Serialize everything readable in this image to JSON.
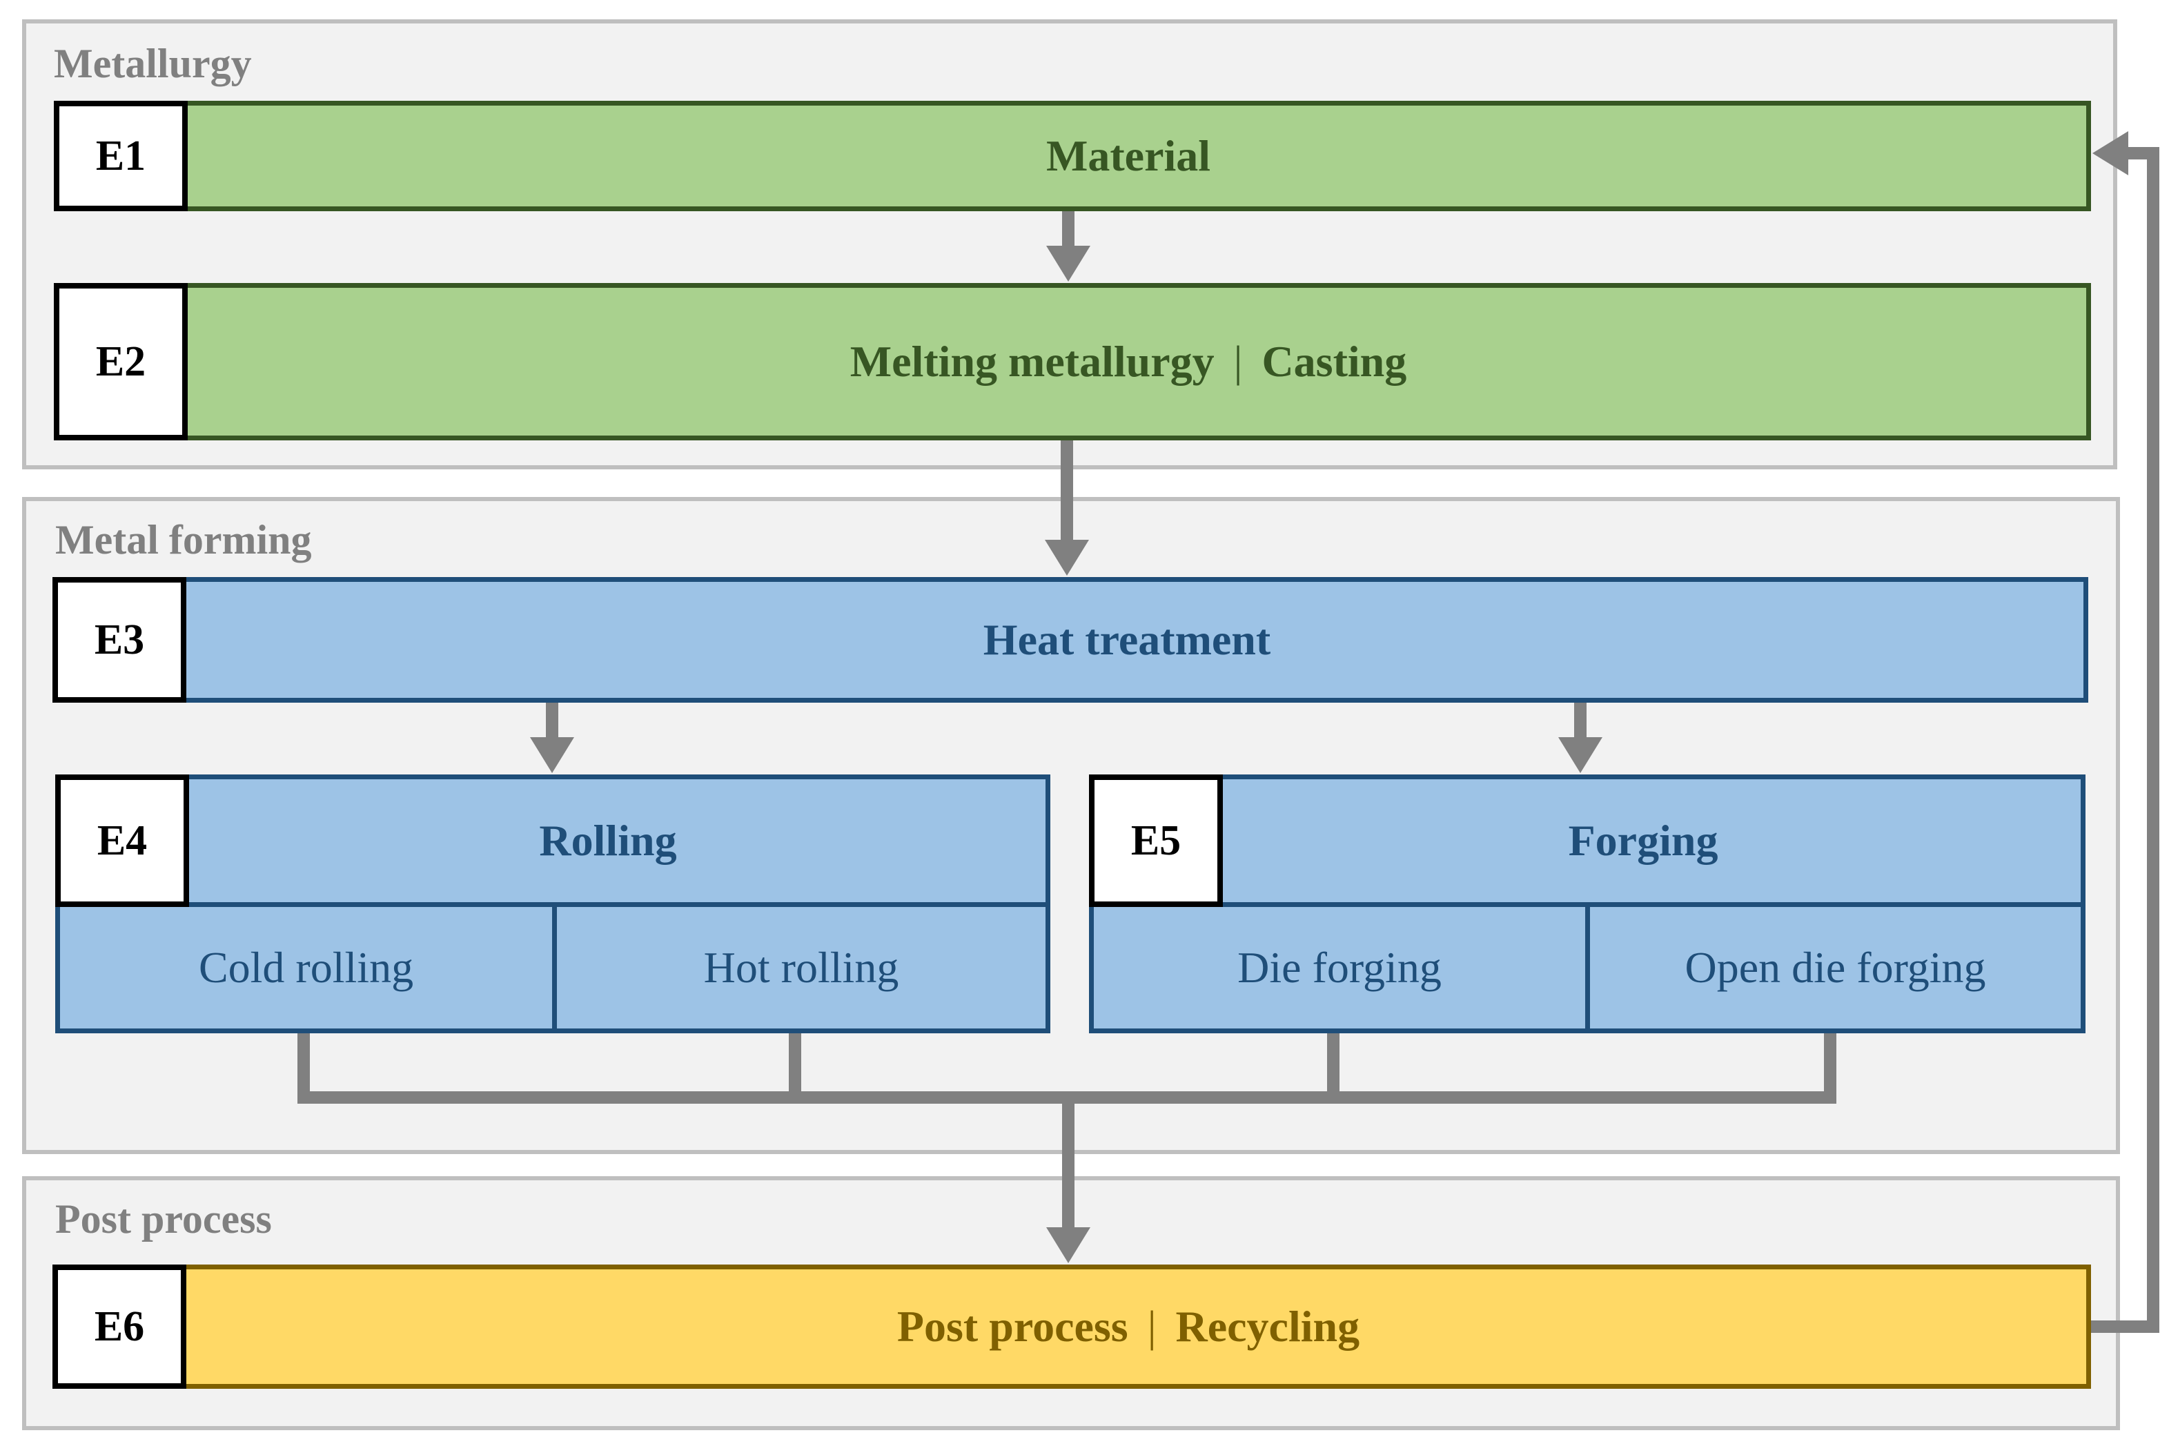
{
  "groups": {
    "metallurgy": "Metallurgy",
    "metal_forming": "Metal forming",
    "post_process": "Post process"
  },
  "steps": {
    "e1": {
      "id": "E1",
      "label": "Material"
    },
    "e2": {
      "id": "E2",
      "label_a": "Melting metallurgy",
      "separator": "|",
      "label_b": "Casting"
    },
    "e3": {
      "id": "E3",
      "label": "Heat treatment"
    },
    "e4": {
      "id": "E4",
      "label": "Rolling",
      "sub": [
        "Cold rolling",
        "Hot rolling"
      ]
    },
    "e5": {
      "id": "E5",
      "label": "Forging",
      "sub": [
        "Die forging",
        "Open die forging"
      ]
    },
    "e6": {
      "id": "E6",
      "label_a": "Post process",
      "separator": "|",
      "label_b": "Recycling"
    }
  },
  "colors": {
    "metallurgy_fill": "#a9d18e",
    "forming_fill": "#9dc3e6",
    "post_fill": "#ffd966",
    "connector": "#808080"
  }
}
